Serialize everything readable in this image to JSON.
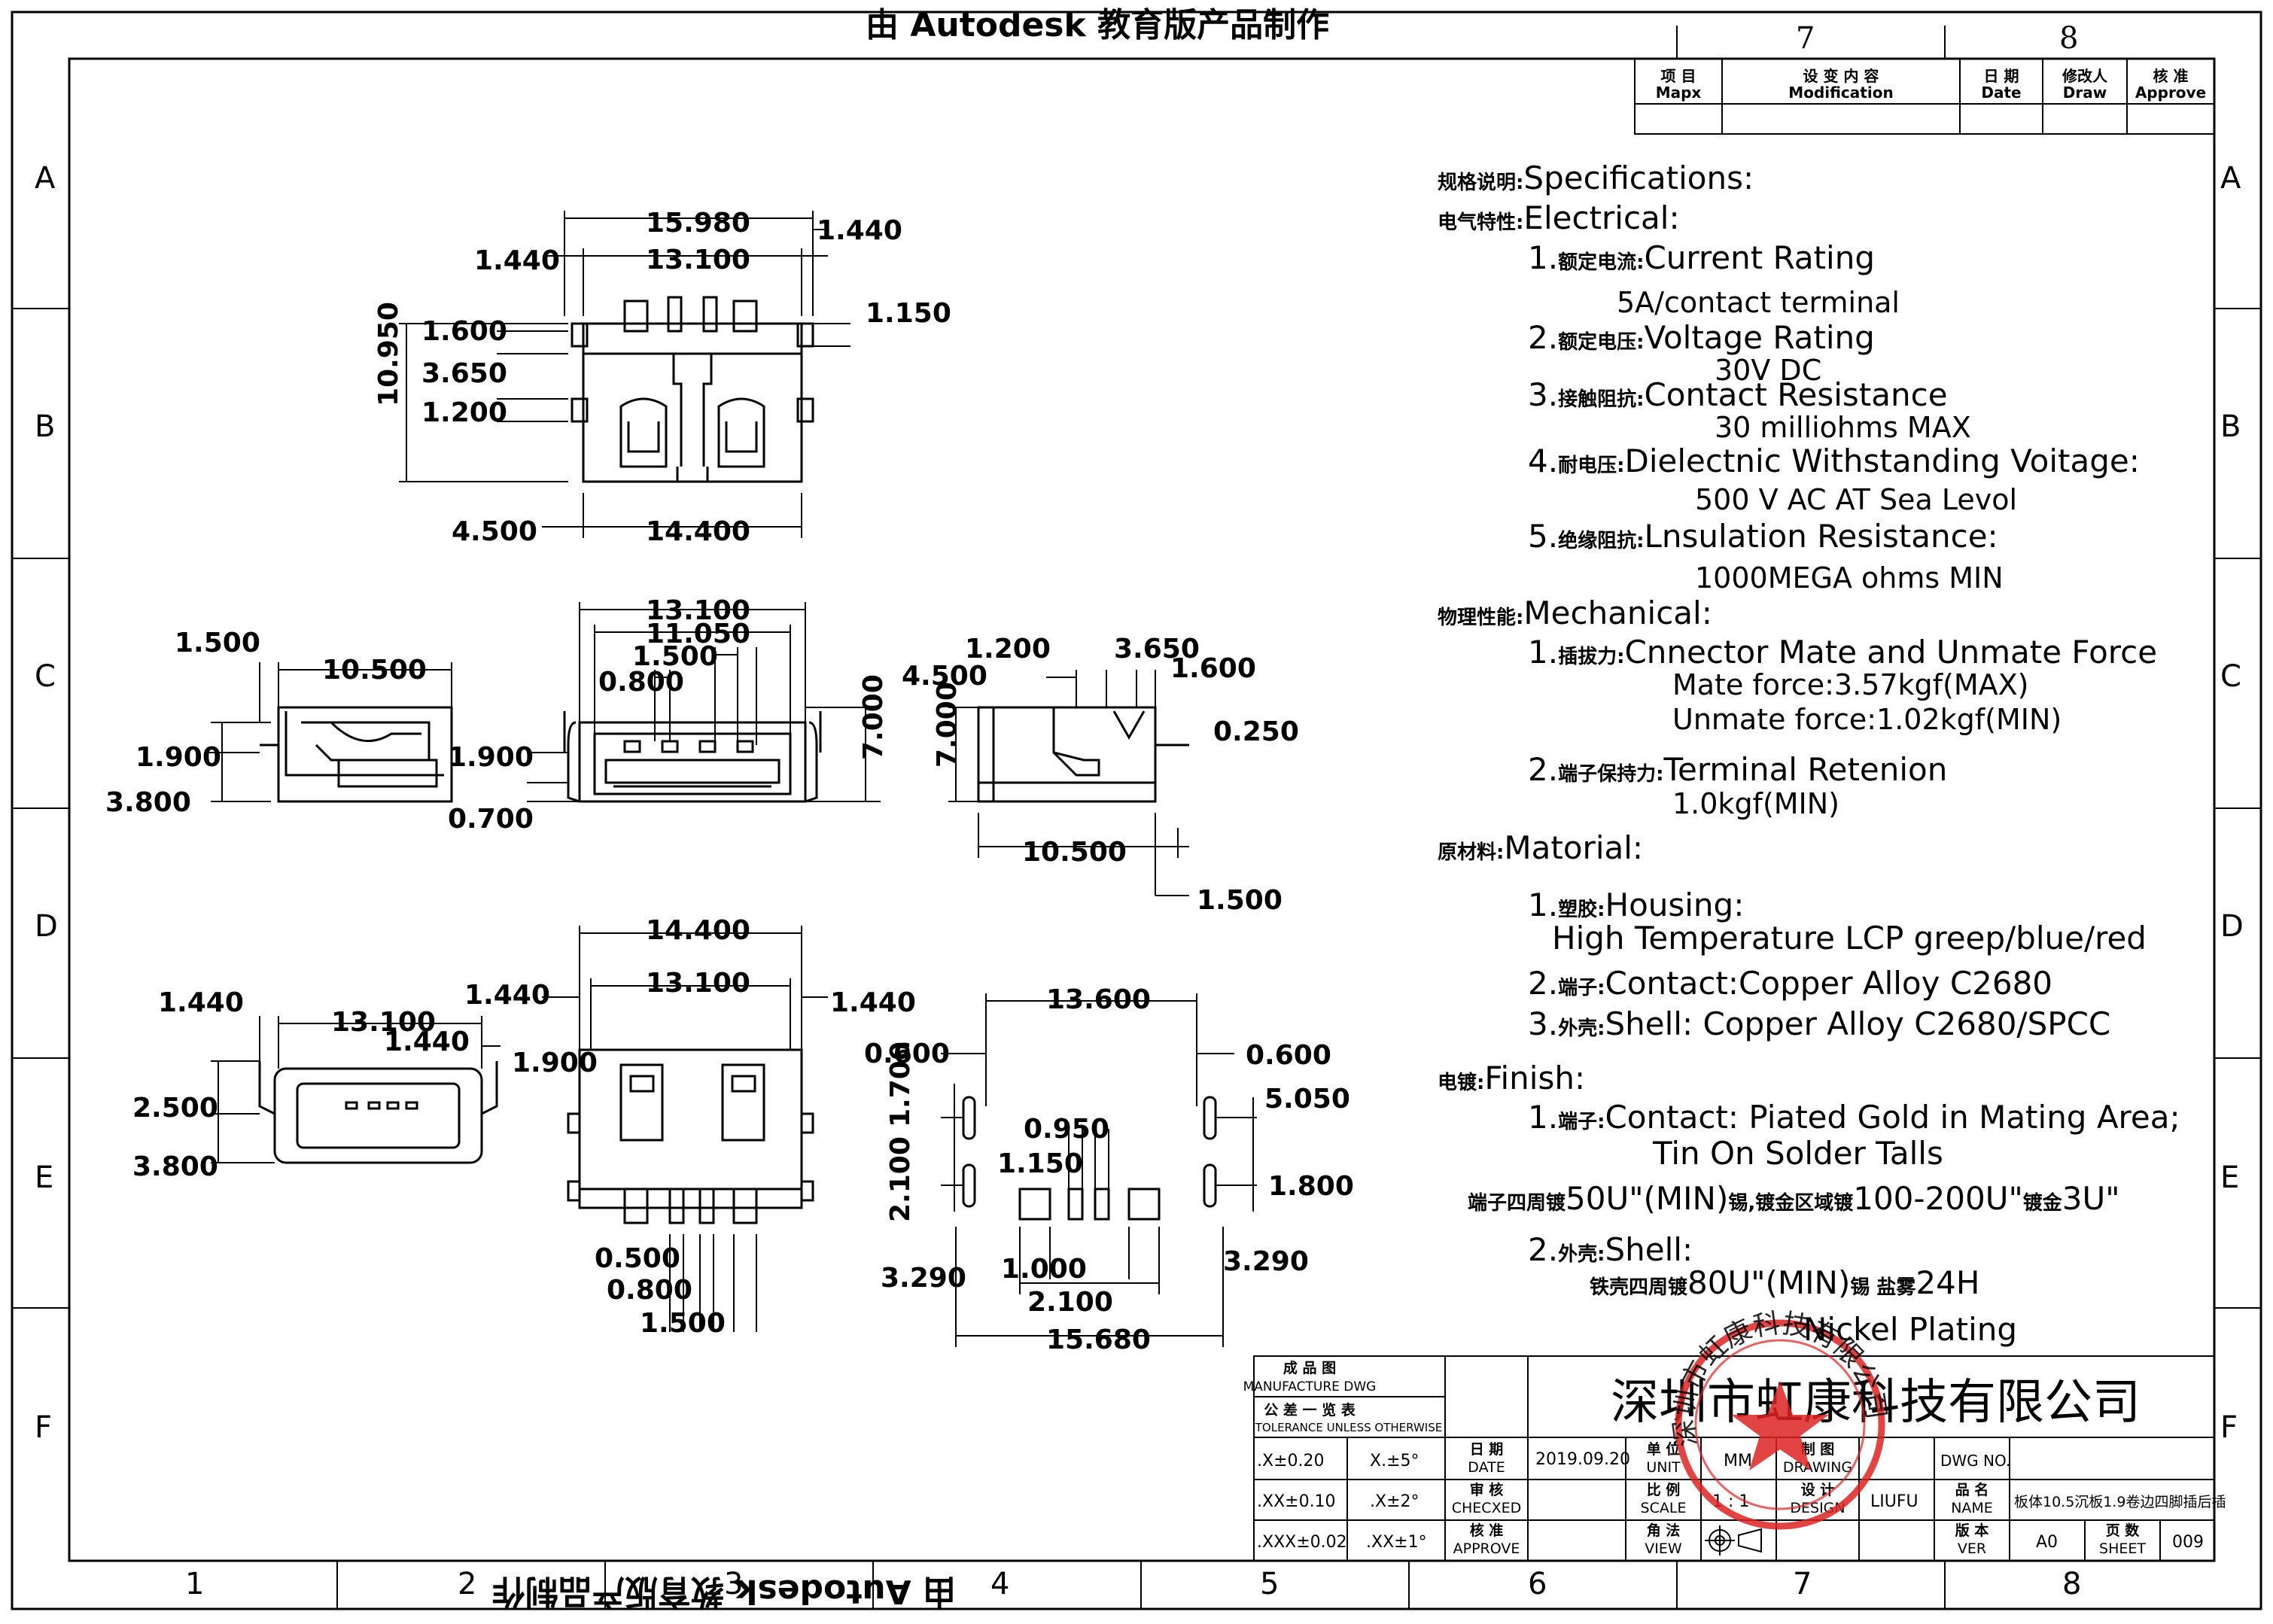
{
  "watermark_top": "由 Autodesk 教育版产品制作",
  "watermark_bottom": "由 Autodesk 教育版产品制作",
  "columns": [
    "1",
    "2",
    "3",
    "4",
    "5",
    "6",
    "7",
    "8"
  ],
  "rows": [
    "A",
    "B",
    "C",
    "D",
    "E",
    "F"
  ],
  "revision_block": {
    "col_labels": [
      "7",
      "8"
    ],
    "headers": [
      {
        "cn": "项  目",
        "en": "Mapx"
      },
      {
        "cn": "设 变 内 容",
        "en": "Modification"
      },
      {
        "cn": "日 期",
        "en": "Date"
      },
      {
        "cn": "修改人",
        "en": "Draw"
      },
      {
        "cn": "核 准",
        "en": "Approve"
      }
    ]
  },
  "specs": {
    "specifications": {
      "cn": "规格说明:",
      "en": "Specifications:"
    },
    "electrical": {
      "cn": "电气特性:",
      "en": "Electrical:"
    },
    "current": {
      "num": "1.",
      "cn": "额定电流:",
      "en": "Current  Rating",
      "value": "5A/contact  terminal"
    },
    "voltage": {
      "num": "2.",
      "cn": "额定电压:",
      "en": "Voltage  Rating",
      "value": "30V  DC"
    },
    "contact_res": {
      "num": "3.",
      "cn": "接触阻抗:",
      "en": "Contact  Resistance",
      "value": "30  milliohms  MAX"
    },
    "dielectric": {
      "num": "4.",
      "cn": "耐电压:",
      "en": "Dielectnic  Withstanding  Voitage:",
      "value": "500  V  AC  AT  Sea  Levol"
    },
    "insulation": {
      "num": "5.",
      "cn": "绝缘阻抗:",
      "en": "Lnsulation  Resistance:",
      "value": "1000MEGA  ohms  MIN"
    },
    "mechanical": {
      "cn": "物理性能:",
      "en": "Mechanical:"
    },
    "mate_force": {
      "num": "1.",
      "cn": "插拔力:",
      "en": "Cnnector  Mate  and  Unmate  Force",
      "value1": "Mate  force:3.57kgf(MAX)",
      "value2": "Unmate  force:1.02kgf(MIN)"
    },
    "retention": {
      "num": "2.",
      "cn": "端子保持力:",
      "en": "Terminal  Retenion",
      "value": "1.0kgf(MIN)"
    },
    "material": {
      "cn": "原材料:",
      "en": "Matorial:"
    },
    "housing": {
      "num": "1.",
      "cn": "塑胶:",
      "en": "Housing:",
      "value": "High  Temperature  LCP  greep/blue/red"
    },
    "contact_mat": {
      "num": "2.",
      "cn": "端子:",
      "en": "Contact:Copper  Alloy  C2680"
    },
    "shell_mat": {
      "num": "3.",
      "cn": "外壳:",
      "en": "Shell:  Copper  Alloy  C2680/SPCC"
    },
    "finish": {
      "cn": "电镀:",
      "en": "Finish:"
    },
    "finish_contact": {
      "num": "1.",
      "cn": "端子:",
      "en": "Contact:  Piated  Gold  in  Mating  Area;",
      "value": "Tin  On  Solder  Talls"
    },
    "finish_contact_detail": {
      "cn1": "端子四周镀",
      "v1": "50U\"(MIN)",
      "cn2": "锡,镀金区域镀",
      "v2": "100-200U\"",
      "cn3": "镀金",
      "v3": "3U\""
    },
    "finish_shell": {
      "num": "2.",
      "cn": "外壳:",
      "en": "Shell:"
    },
    "finish_shell_detail": {
      "cn1": "铁壳四周镀",
      "v1": "80U\"(MIN)",
      "cn2": "锡  盐雾",
      "v2": "24H"
    },
    "nickel": "Nickel  Plating"
  },
  "title_block": {
    "drawing_type_cn": "成 品 图",
    "drawing_type_en": "MANUFACTURE  DWG",
    "tolerance_cn": "公 差 一 览 表",
    "tolerance_en": "TOLERANCE  UNLESS  OTHERWISE",
    "company": "深圳市虹康科技有限公司",
    "tol": [
      {
        "lin": ".X±0.20",
        "ang": "X.±5°"
      },
      {
        "lin": ".XX±0.10",
        "ang": ".X±2°"
      },
      {
        "lin": ".XXX±0.02",
        "ang": ".XX±1°"
      }
    ],
    "date_cn": "日 期",
    "date_en": "DATE",
    "date_value": "2019.09.20",
    "check_cn": "审 核",
    "check_en": "CHECXED",
    "approve_cn": "核 准",
    "approve_en": "APPROVE",
    "unit_cn": "单 位",
    "unit_en": "UNIT",
    "unit_value": "MM",
    "scale_cn": "比 例",
    "scale_en": "SCALE",
    "scale_value": "1 : 1",
    "view_cn": "角 法",
    "view_en": "VIEW",
    "drawing_cn": "制 图",
    "drawing_en": "DRAWING",
    "design_cn": "设 计",
    "design_en": "DESIGN",
    "design_value": "LIUFU",
    "dwgno": "DWG NO.",
    "name_cn": "品 名",
    "name_en": "NAME",
    "name_value": "板体10.5沉板1.9卷边四脚插后插",
    "ver_cn": "版 本",
    "ver_en": "VER",
    "ver_value": "A0",
    "sheet_cn": "页 数",
    "sheet_en": "SHEET",
    "sheet_value": "009"
  },
  "stamp": {
    "text": "深圳市虹康科技有限公司"
  },
  "dims": {
    "top_view": [
      "15.980",
      "1.440",
      "1.440",
      "13.100",
      "1.150",
      "1.600",
      "3.650",
      "1.200",
      "10.950",
      "4.500",
      "14.400"
    ],
    "left_side": [
      "1.500",
      "10.500",
      "1.900",
      "3.800"
    ],
    "front": [
      "13.100",
      "11.050",
      "1.500",
      "0.800",
      "1.900",
      "0.700",
      "7.000"
    ],
    "right_side": [
      "1.200",
      "3.650",
      "1.600",
      "4.500",
      "0.250",
      "7.000",
      "10.500",
      "1.500"
    ],
    "bottom_left": [
      "1.440",
      "13.100",
      "1.440",
      "1.440",
      "1.900",
      "2.500",
      "3.800"
    ],
    "bottom_view": [
      "14.400",
      "13.100",
      "1.440",
      "0.500",
      "0.800",
      "1.500"
    ],
    "footprint": [
      "13.600",
      "0.600",
      "0.600",
      "1.700",
      "5.050",
      "0.950",
      "1.150",
      "2.100",
      "1.800",
      "3.290",
      "1.000",
      "3.290",
      "2.100",
      "15.680"
    ]
  }
}
